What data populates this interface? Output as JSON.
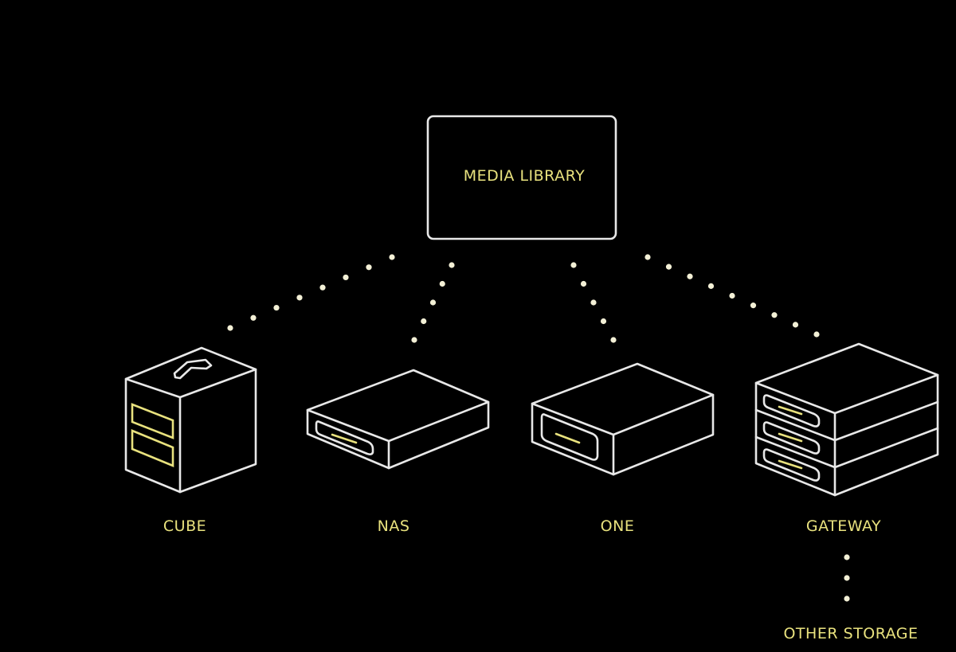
{
  "diagram": {
    "root": {
      "label": "MEDIA LIBRARY"
    },
    "nodes": [
      {
        "id": "cube",
        "label": "CUBE",
        "icon": "tower-server-icon"
      },
      {
        "id": "nas",
        "label": "NAS",
        "icon": "nas-drive-icon"
      },
      {
        "id": "one",
        "label": "ONE",
        "icon": "storage-box-icon"
      },
      {
        "id": "gateway",
        "label": "GATEWAY",
        "icon": "stacked-storage-icon"
      }
    ],
    "extra": {
      "label": "OTHER STORAGE"
    },
    "edges": [
      {
        "from": "media-library",
        "to": "cube",
        "style": "dotted"
      },
      {
        "from": "media-library",
        "to": "nas",
        "style": "dotted"
      },
      {
        "from": "media-library",
        "to": "one",
        "style": "dotted"
      },
      {
        "from": "media-library",
        "to": "gateway",
        "style": "dotted"
      },
      {
        "from": "gateway",
        "to": "other-storage",
        "style": "dotted"
      }
    ],
    "colors": {
      "background": "#000000",
      "line": "#e8e8e8",
      "accent": "#e9e27e"
    }
  }
}
